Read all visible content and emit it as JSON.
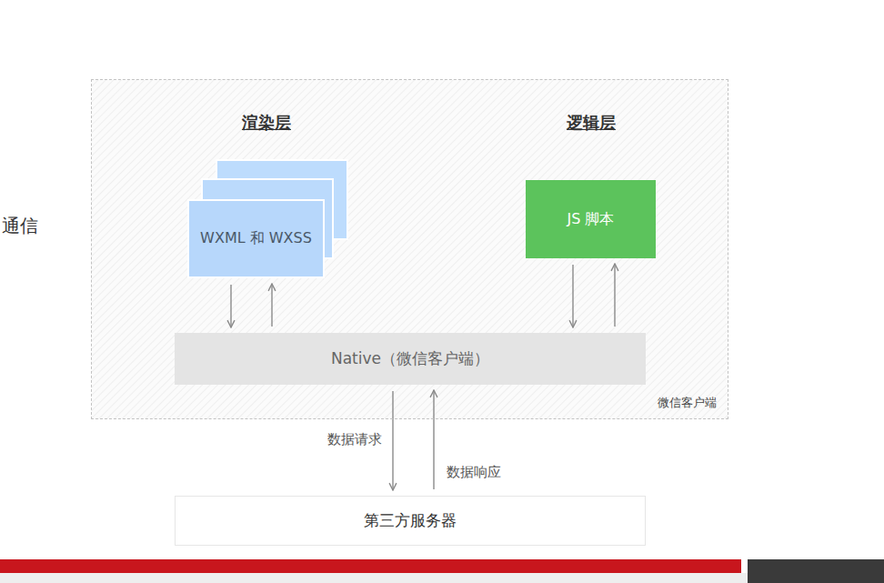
{
  "diagram": {
    "nodes": [
      {
        "text": [
          "微信客户端"
        ]
      },
      {
        "text": [
          "WXML 和 WXSS"
        ],
        "in": 0
      },
      {
        "text": [
          "JS 脚本"
        ],
        "in": 0
      },
      {
        "text": [
          "Native（微信客户端）"
        ],
        "in": 0
      },
      {
        "text": [
          "第三方服务器"
        ]
      }
    ],
    "edges": [
      {
        "from": 1,
        "to": 3,
        "arrow": "to"
      },
      {
        "from": 3,
        "to": 1,
        "arrow": "to"
      },
      {
        "from": 2,
        "to": 3,
        "arrow": "to"
      },
      {
        "from": 3,
        "to": 2,
        "arrow": "to"
      },
      {
        "from": 3,
        "to": 4,
        "label": "数据请求",
        "arrow": "to"
      },
      {
        "from": 4,
        "to": 3,
        "label": "数据响应",
        "arrow": "to"
      }
    ],
    "labels": [
      "渲染层",
      "逻辑层",
      "通信"
    ]
  }
}
